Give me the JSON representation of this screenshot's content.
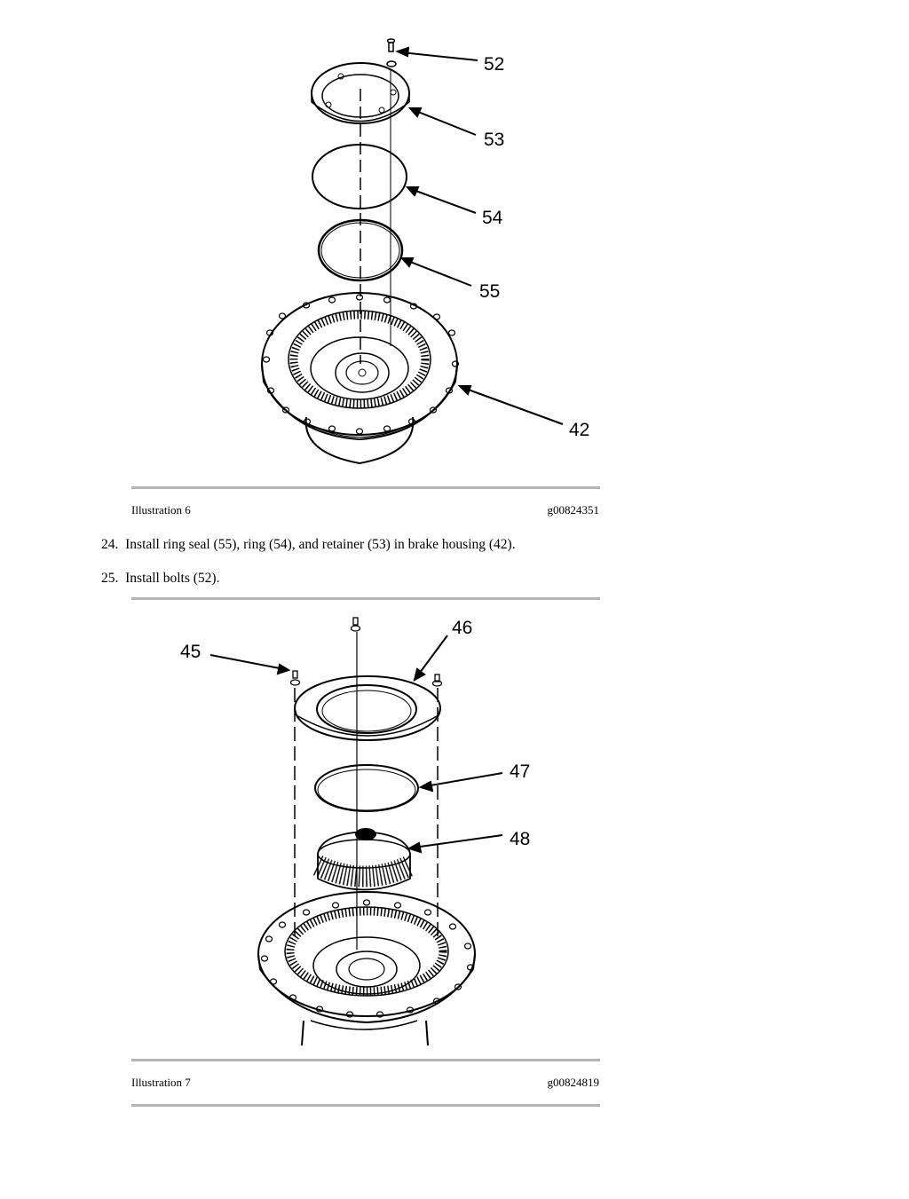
{
  "illustration6": {
    "callouts": [
      "52",
      "53",
      "54",
      "55",
      "42"
    ],
    "caption_label": "Illustration 6",
    "caption_id": "g00824351"
  },
  "steps": [
    {
      "number": "24.",
      "text": "Install ring seal (55), ring (54), and retainer (53) in brake housing (42)."
    },
    {
      "number": "25.",
      "text": "Install bolts (52)."
    }
  ],
  "illustration7": {
    "callouts": [
      "45",
      "46",
      "47",
      "48"
    ],
    "caption_label": "Illustration 7",
    "caption_id": "g00824819"
  }
}
